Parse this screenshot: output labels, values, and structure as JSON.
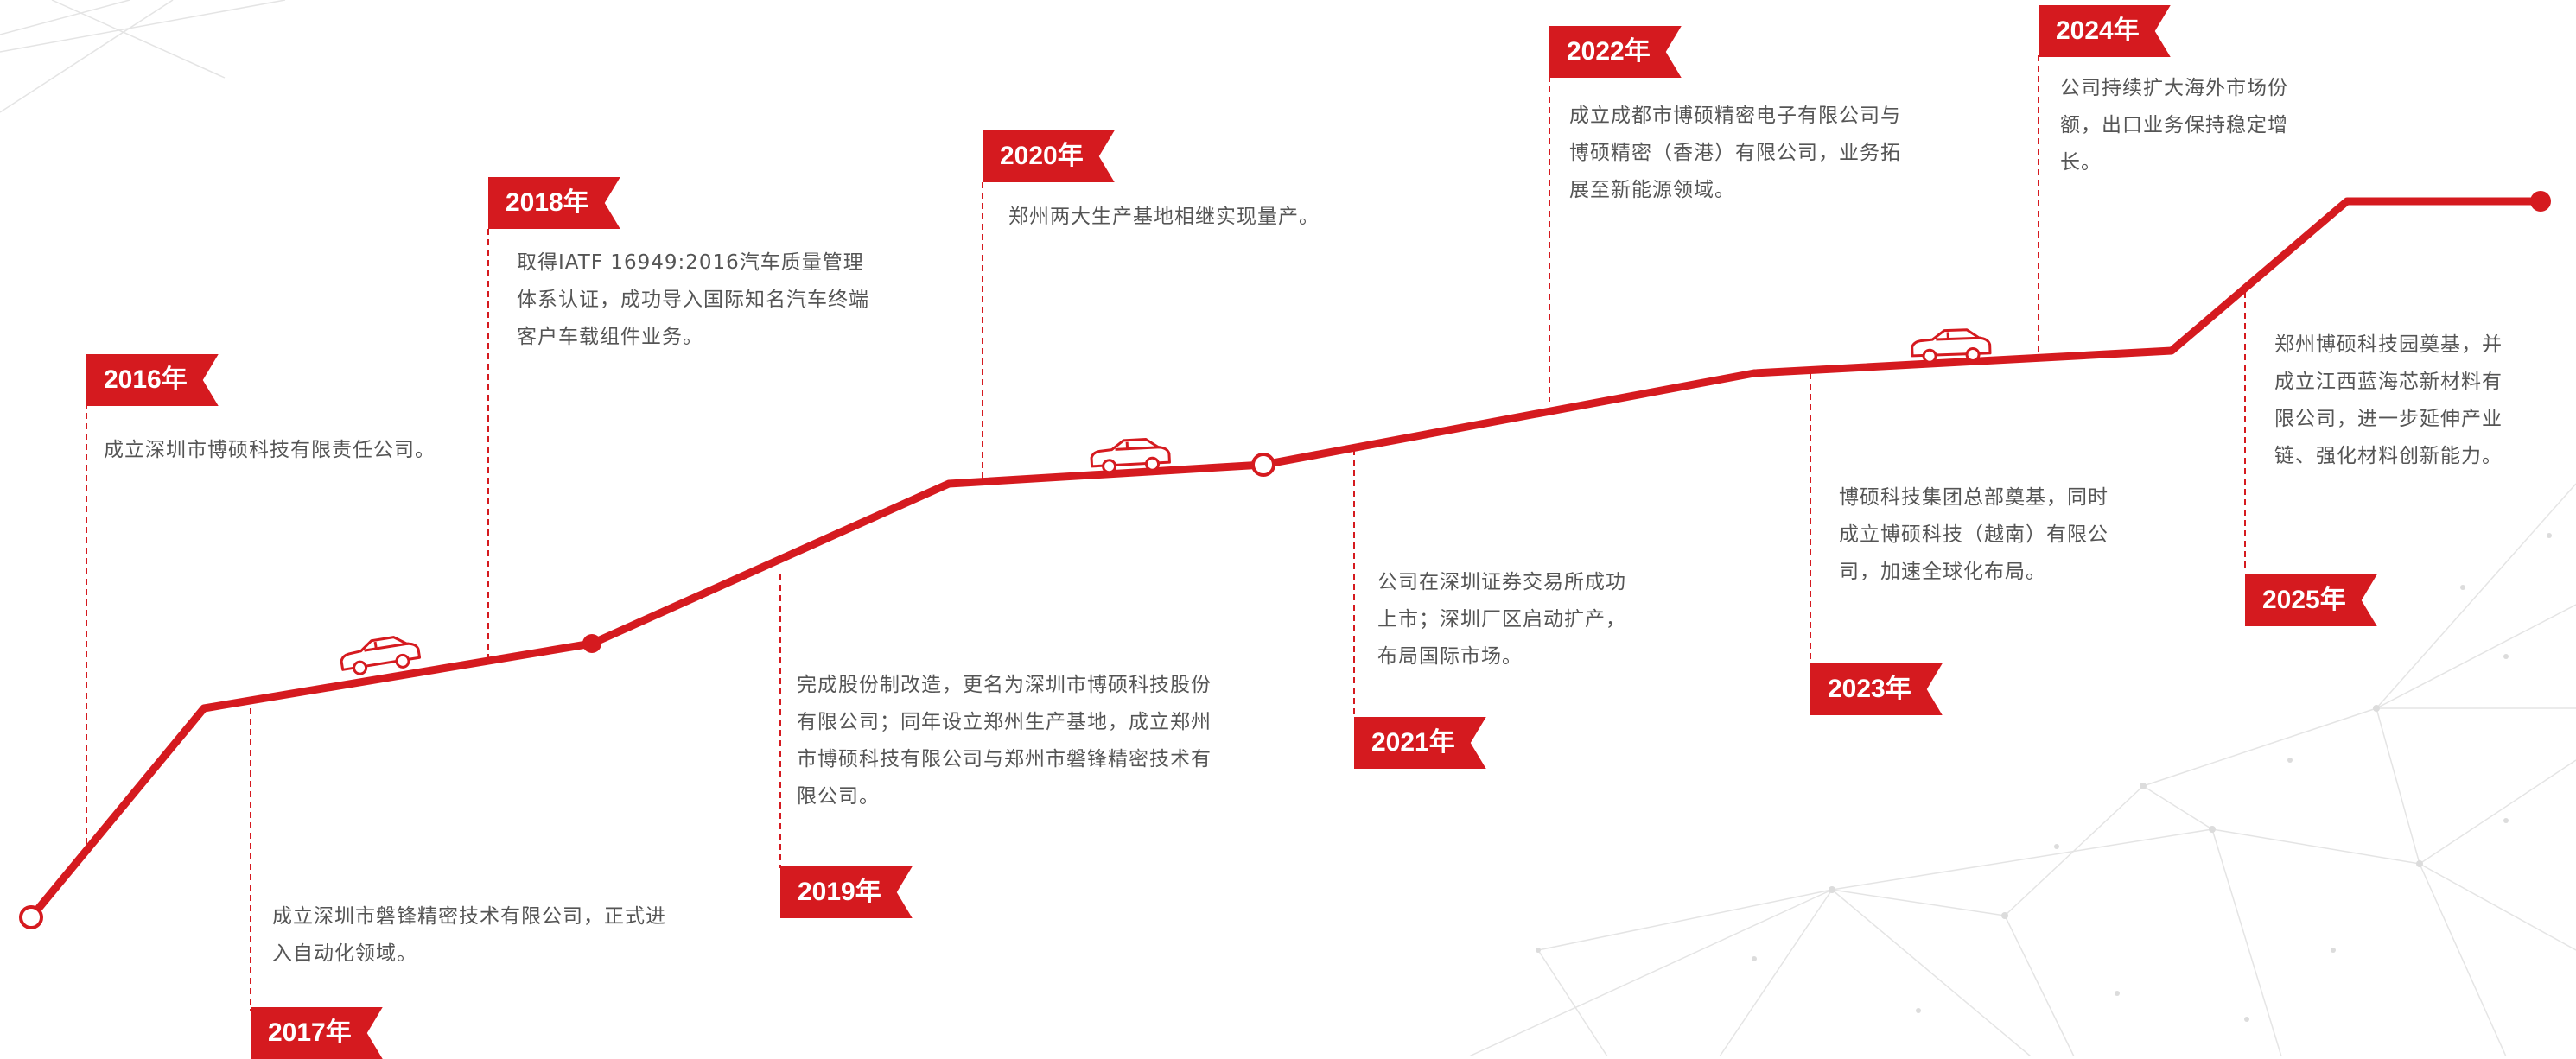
{
  "colors": {
    "accent": "#d51a1f",
    "text": "#555555",
    "background": "#ffffff"
  },
  "milestones": [
    {
      "year": "2016年",
      "text": "成立深圳市博硕科技有限责任公司。"
    },
    {
      "year": "2017年",
      "text": "成立深圳市磐锋精密技术有限公司，正式进入自动化领域。"
    },
    {
      "year": "2018年",
      "text": "取得IATF 16949:2016汽车质量管理体系认证，成功导入国际知名汽车终端客户车载组件业务。"
    },
    {
      "year": "2019年",
      "text": "完成股份制改造，更名为深圳市博硕科技股份有限公司；同年设立郑州生产基地，成立郑州市博硕科技有限公司与郑州市磐锋精密技术有限公司。"
    },
    {
      "year": "2020年",
      "text": "郑州两大生产基地相继实现量产。"
    },
    {
      "year": "2021年",
      "text": "公司在深圳证券交易所成功上市；深圳厂区启动扩产，布局国际市场。"
    },
    {
      "year": "2022年",
      "text": "成立成都市博硕精密电子有限公司与博硕精密（香港）有限公司，业务拓展至新能源领域。"
    },
    {
      "year": "2023年",
      "text": "博硕科技集团总部奠基，同时成立博硕科技（越南）有限公司，加速全球化布局。"
    },
    {
      "year": "2024年",
      "text": "公司持续扩大海外市场份额，出口业务保持稳定增长。"
    },
    {
      "year": "2025年",
      "text": "郑州博硕科技园奠基，并成立江西蓝海芯新材料有限公司，进一步延伸产业链、强化材料创新能力。"
    }
  ],
  "icons": {
    "car": "car-icon",
    "node_hollow": "hollow-circle-node",
    "node_filled": "filled-circle-node"
  }
}
